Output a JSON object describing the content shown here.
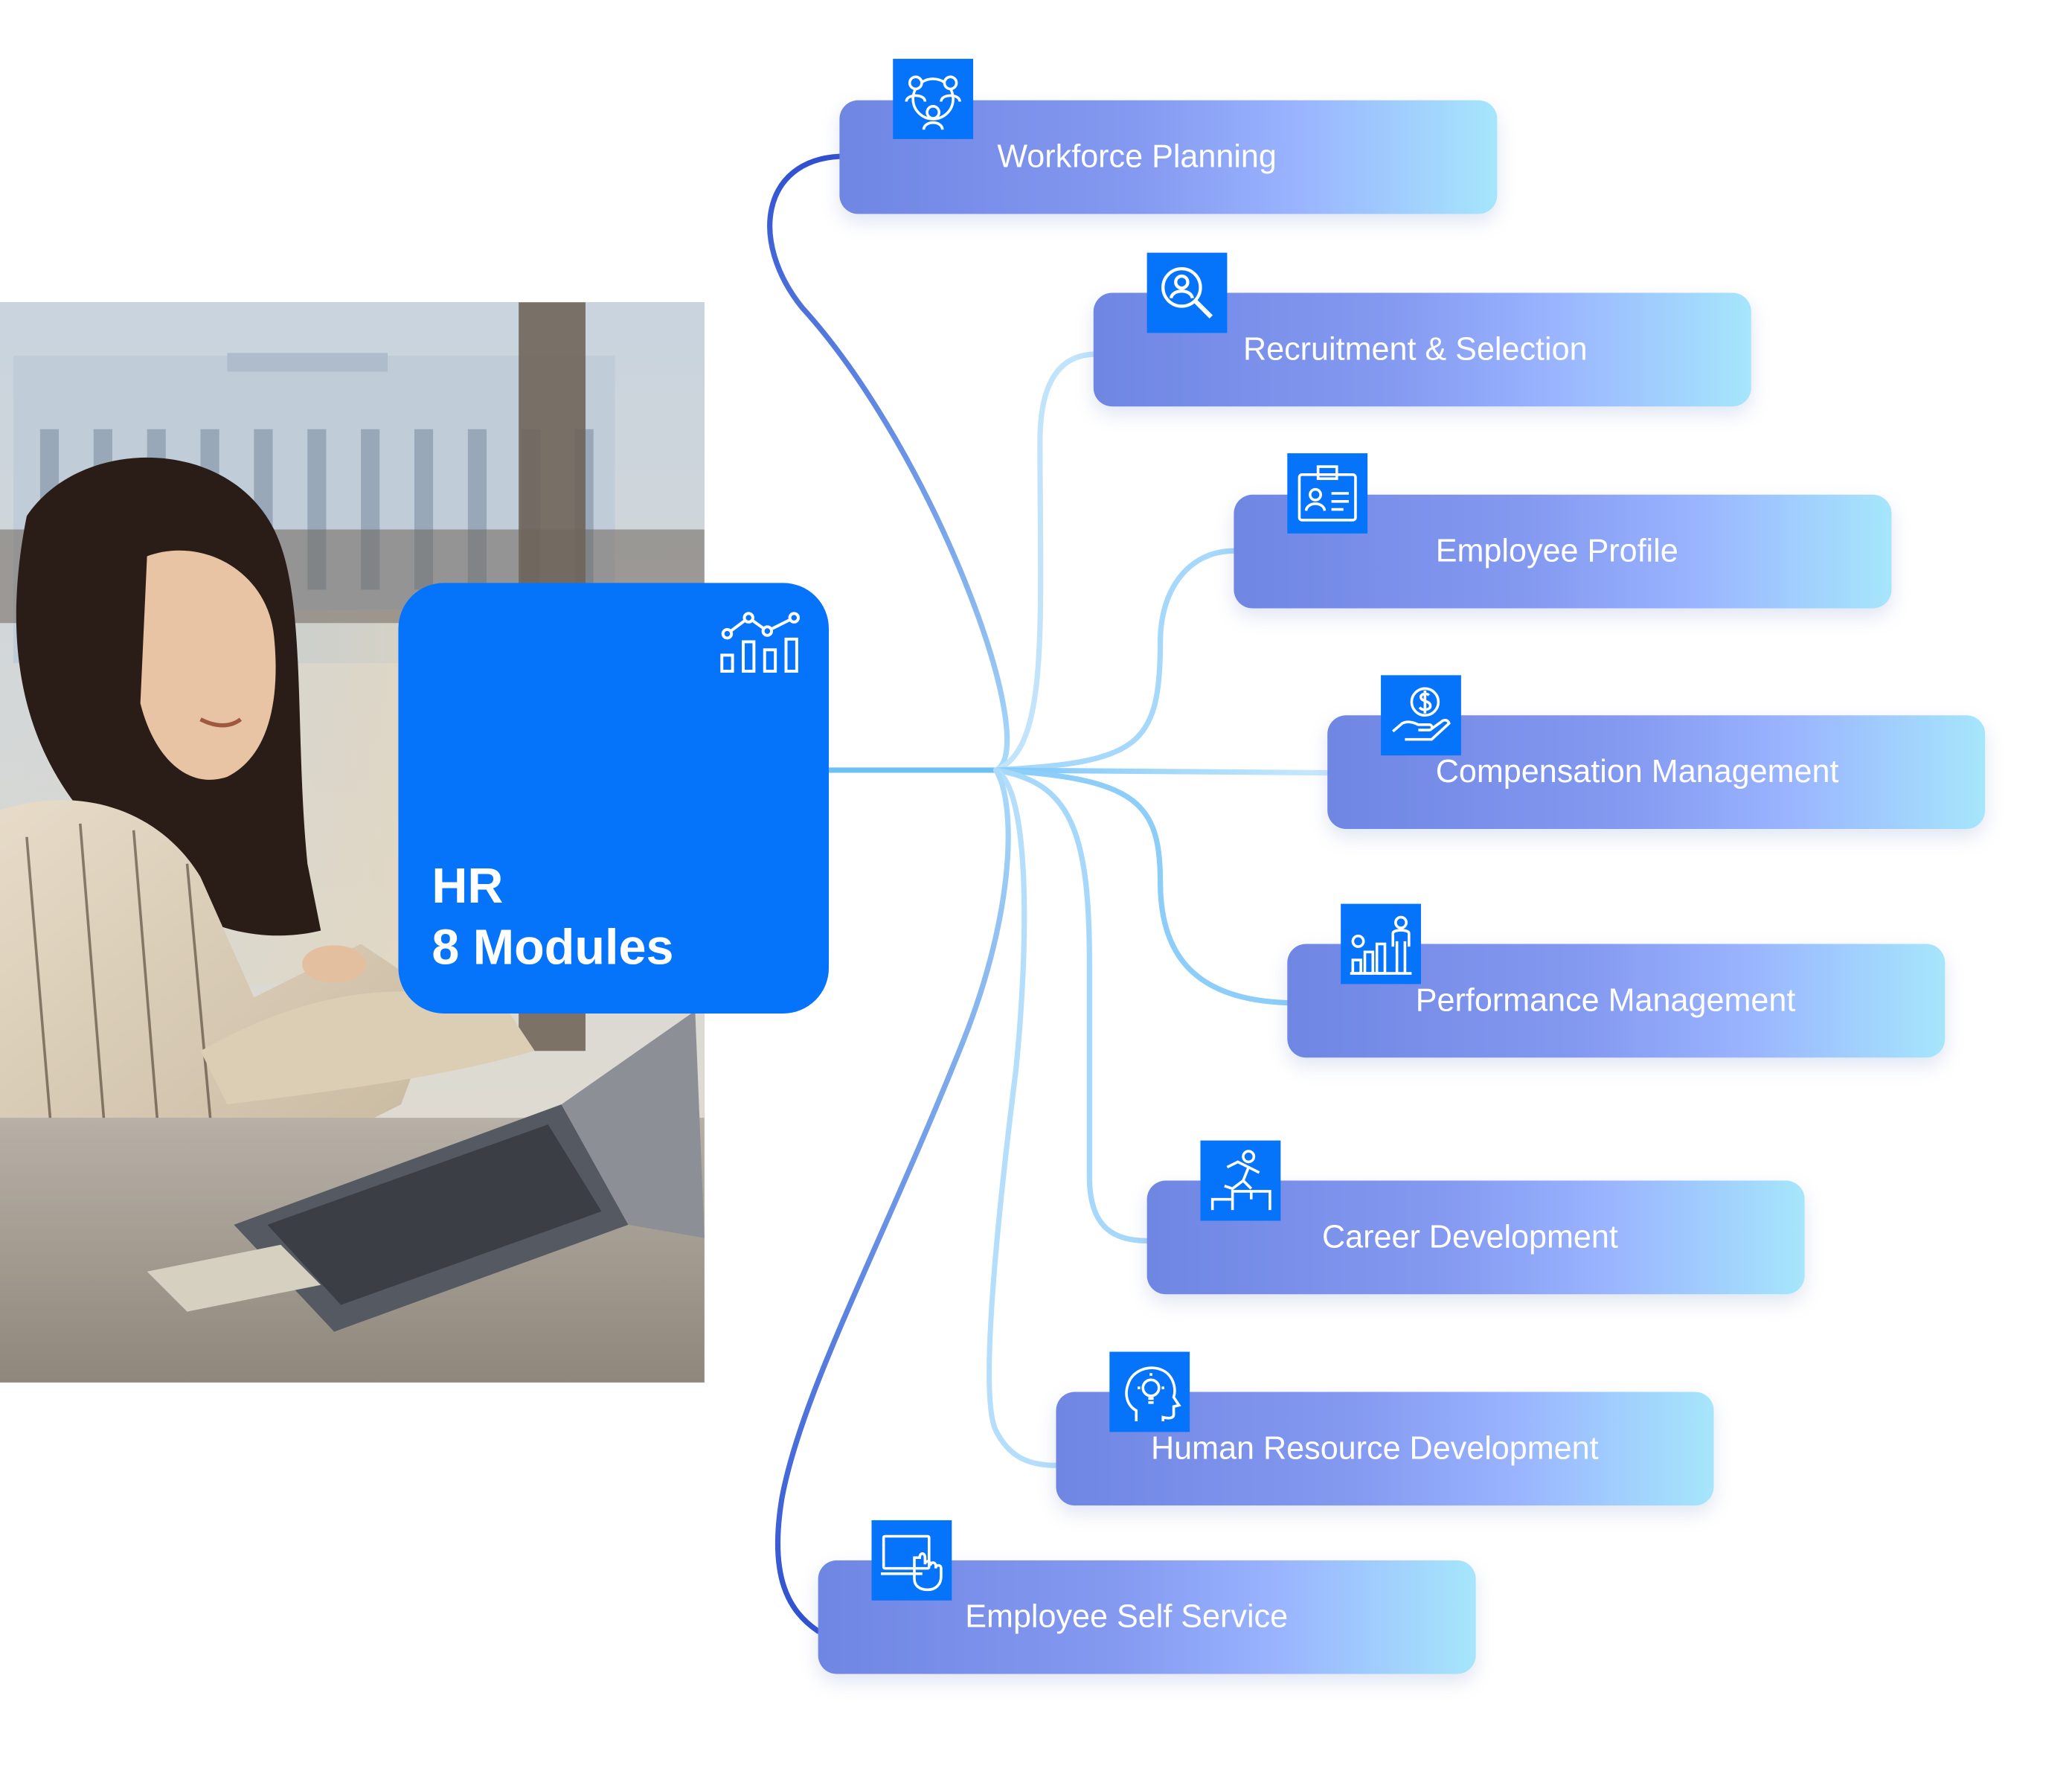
{
  "hub": {
    "line1": "HR",
    "line2": "8 Modules",
    "icon": "analytics-chart-icon",
    "color": "#0673fb"
  },
  "modules": [
    {
      "label": "Workforce Planning",
      "icon": "team-network-icon"
    },
    {
      "label": "Recruitment & Selection",
      "icon": "search-person-icon"
    },
    {
      "label": "Employee Profile",
      "icon": "id-card-icon"
    },
    {
      "label": "Compensation Management",
      "icon": "money-hand-icon"
    },
    {
      "label": "Performance Management",
      "icon": "growth-person-icon"
    },
    {
      "label": "Career Development",
      "icon": "climbing-stairs-icon"
    },
    {
      "label": "Human Resource Development",
      "icon": "head-lightbulb-icon"
    },
    {
      "label": "Employee Self Service",
      "icon": "computer-click-icon"
    }
  ],
  "colors": {
    "accent": "#0673fb",
    "card_start": "#6f86e3",
    "card_end": "#a6e6fc",
    "connector_dark": "#3a57d6",
    "connector_light": "#9fd6fb"
  }
}
